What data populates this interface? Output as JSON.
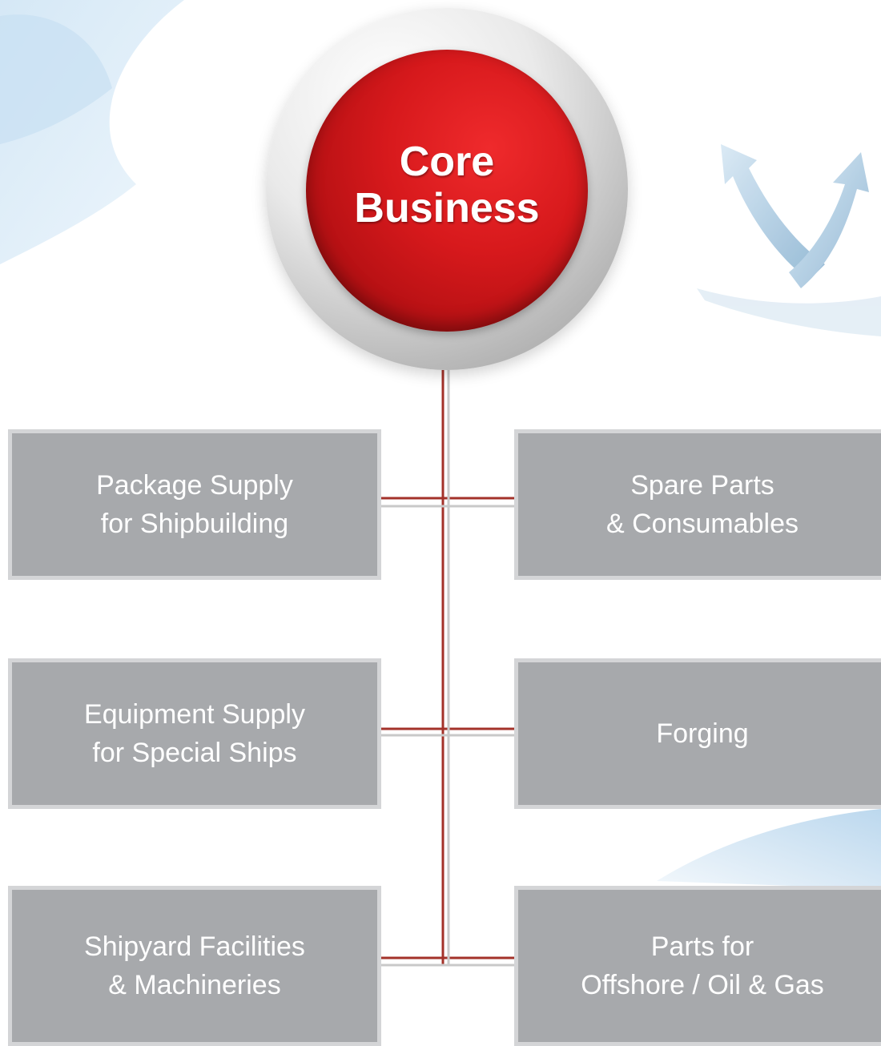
{
  "core": {
    "line1": "Core",
    "line2": "Business"
  },
  "items": [
    {
      "side": "left",
      "line1": "Package Supply",
      "line2": "for Shipbuilding"
    },
    {
      "side": "right",
      "line1": "Spare Parts",
      "line2": "& Consumables"
    },
    {
      "side": "left",
      "line1": "Equipment Supply",
      "line2": "for Special Ships"
    },
    {
      "side": "right",
      "line1": "Forging",
      "line2": ""
    },
    {
      "side": "left",
      "line1": "Shipyard Facilities",
      "line2": "& Machineries"
    },
    {
      "side": "right",
      "line1": "Parts for",
      "line2": "Offshore / Oil & Gas"
    }
  ],
  "colors": {
    "core_red": "#d7191c",
    "box_gray": "#a7a9ac",
    "connector_red": "#a3322a",
    "swoosh_blue": "#b9d8ee"
  }
}
